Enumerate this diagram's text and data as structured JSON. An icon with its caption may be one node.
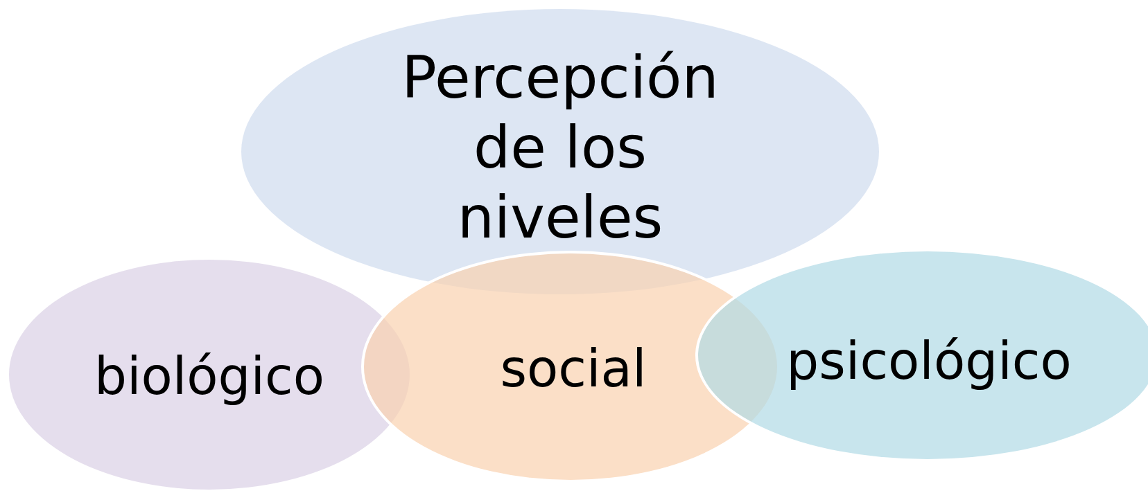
{
  "diagram": {
    "nodes": [
      {
        "text": [
          "Percepción de los niveles"
        ]
      },
      {
        "text": [
          "biológico"
        ]
      },
      {
        "text": [
          "social"
        ]
      },
      {
        "text": [
          "psicológico"
        ]
      }
    ]
  }
}
